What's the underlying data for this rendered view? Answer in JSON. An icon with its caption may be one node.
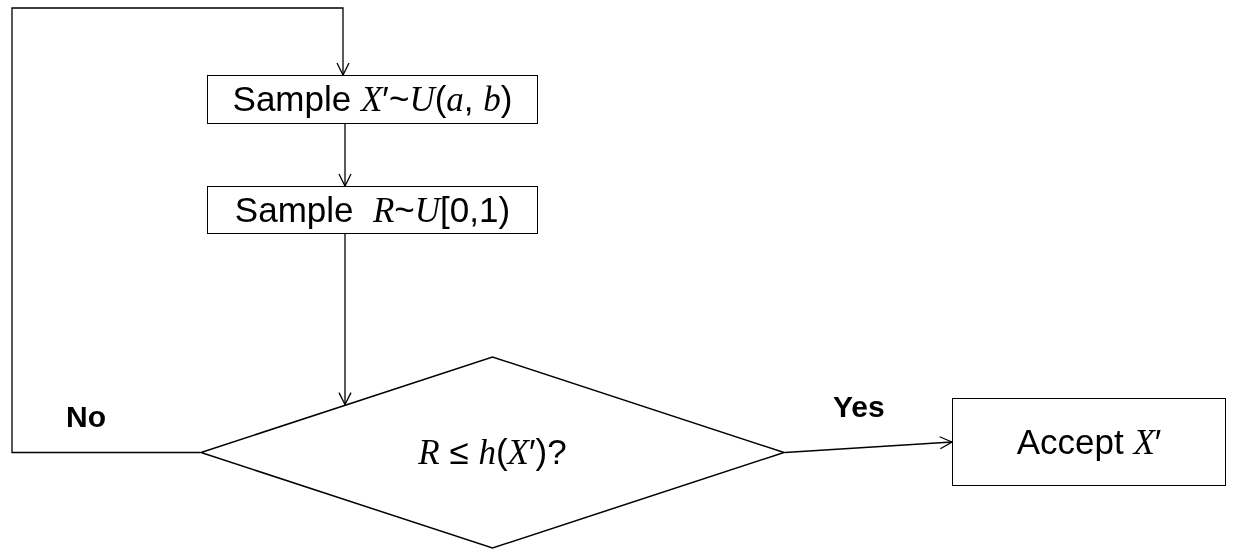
{
  "diagram": {
    "nodes": [
      {
        "text": [
          "Sample *X*′~*U*(*a*, *b*)"
        ]
      },
      {
        "text": [
          "Sample  *R*~*U*[0,1)"
        ]
      },
      {
        "text": [
          "*R* ≤ *h*(*X*′)?"
        ]
      },
      {
        "text": [
          "Accept *X*′"
        ]
      }
    ],
    "edges": [
      {
        "from": 0,
        "to": 1,
        "arrow": "to"
      },
      {
        "from": 1,
        "to": 2,
        "arrow": "to"
      },
      {
        "from": 2,
        "to": 3,
        "arrow": "to",
        "label": "Yes"
      },
      {
        "from": 2,
        "to": 0,
        "arrow": "to",
        "label": "No"
      }
    ]
  }
}
